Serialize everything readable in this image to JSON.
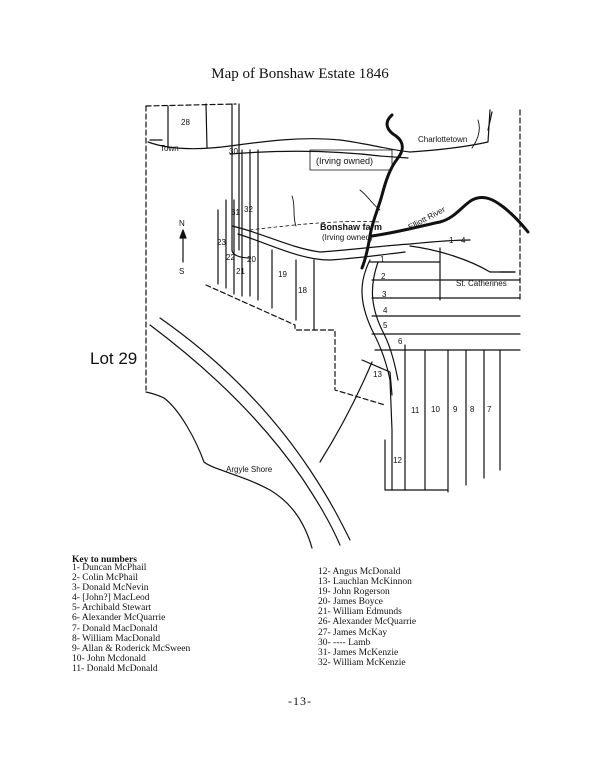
{
  "title": "Map of Bonshaw Estate 1846",
  "map_labels": {
    "town": "Town",
    "charlottetown": "Charlottetown",
    "irving_owned_upper": "(Irving owned)",
    "bonshaw_farm": "Bonshaw farm",
    "irving_owned_lower": "(Irving owned)",
    "elliott_river": "Elliott River",
    "st_catherines": "St. Catherines",
    "lot_29": "Lot 29",
    "argyle_shore": "Argyle Shore",
    "north": "N",
    "south": "S"
  },
  "lot_numbers": {
    "l28": "28",
    "l30": "30",
    "l31": "31",
    "l32": "32",
    "l23": "23",
    "l22": "22",
    "l21": "21",
    "l20": "20",
    "l19": "19",
    "l18": "18",
    "l1": "1",
    "l2": "2",
    "l3": "3",
    "l4": "4",
    "l5": "5",
    "l6": "6",
    "l13": "13",
    "l11": "11",
    "l10": "10",
    "l9": "9",
    "l8": "8",
    "l7": "7",
    "l12": "12",
    "l1b": "1",
    "l4b": "4"
  },
  "key": {
    "heading": "Key to numbers",
    "left": [
      "1- Duncan McPhail",
      "2- Colin McPhail",
      "3- Donald McNevin",
      "4- [John?] MacLeod",
      "5- Archibald Stewart",
      "6- Alexander McQuarrie",
      "7- Donald MacDonald",
      "8- William MacDonald",
      "9- Allan & Roderick McSween",
      "10- John Mcdonald",
      "11- Donald McDonald"
    ],
    "right": [
      "12- Angus McDonald",
      "13- Lauchlan McKinnon",
      "19- John Rogerson",
      "20- James Boyce",
      "21- William Edmunds",
      "26- Alexander McQuarrie",
      "27- James McKay",
      "30-  ---- Lamb",
      "31- James McKenzie",
      "32- William McKenzie"
    ]
  },
  "page_number": "-13-"
}
